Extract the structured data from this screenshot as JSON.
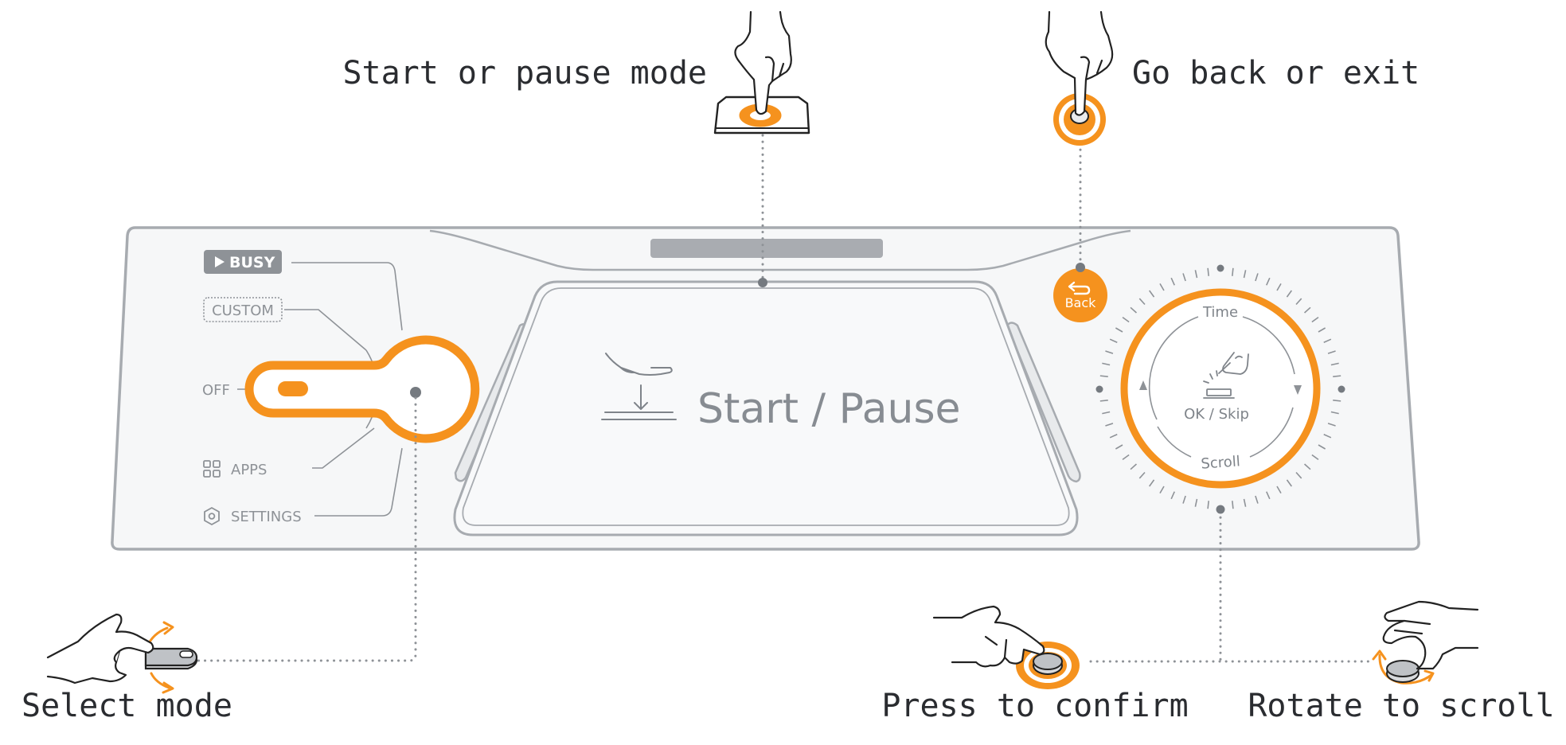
{
  "callouts": {
    "start_pause": "Start or pause mode",
    "back": "Go back or exit",
    "select_mode": "Select mode",
    "press_confirm": "Press to confirm",
    "rotate_scroll": "Rotate to scroll"
  },
  "selector": {
    "modes": {
      "busy": "BUSY",
      "custom": "CUSTOM",
      "off": "OFF",
      "apps": "APPS",
      "settings": "SETTINGS"
    }
  },
  "start_pause_label": "Start / Pause",
  "back_button_label": "Back",
  "dial": {
    "top": "Time",
    "center": "OK / Skip",
    "bottom": "Scroll"
  },
  "icons": {
    "busy": "play-icon",
    "apps": "apps-grid-icon",
    "settings": "gear-icon",
    "back": "back-arrow-icon",
    "start_pause": "hand-press-icon",
    "ok": "finger-press-icon"
  },
  "colors": {
    "accent": "#F5921E",
    "line": "#8B9096",
    "panel": "#F6F7F8",
    "text": "#3C3F44"
  }
}
